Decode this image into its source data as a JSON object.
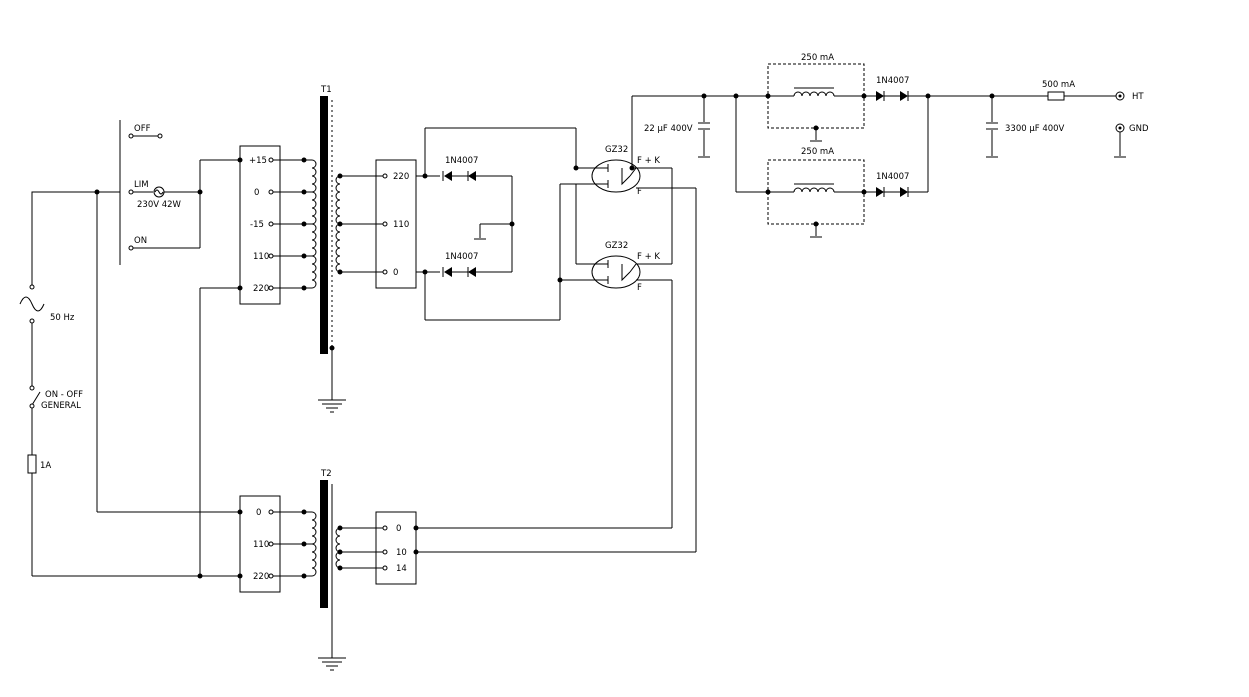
{
  "mains": {
    "source_label": "50 Hz",
    "switch_label_1": "ON - OFF",
    "switch_label_2": "GENERAL",
    "fuse_label": "1A"
  },
  "selector": {
    "off_label": "OFF",
    "lim_label": "LIM",
    "on_label": "ON",
    "lamp_label": "230V 42W"
  },
  "t1": {
    "label": "T1",
    "primary_taps": [
      "+15",
      "0",
      "-15",
      "110",
      "220"
    ],
    "secondary_taps": [
      "220",
      "110",
      "0"
    ]
  },
  "t2": {
    "label": "T2",
    "primary_taps": [
      "0",
      "110",
      "220"
    ],
    "secondary_taps": [
      "0",
      "10",
      "14"
    ]
  },
  "rectifier": {
    "diode_upper": "1N4007",
    "diode_lower": "1N4007"
  },
  "tubes": [
    {
      "type": "GZ32",
      "pin_top": "F + K",
      "pin_bottom": "F"
    },
    {
      "type": "GZ32",
      "pin_top": "F + K",
      "pin_bottom": "F"
    }
  ],
  "output": {
    "cap_input": "22 µF 400V",
    "choke_upper": "250 mA",
    "choke_lower": "250 mA",
    "diode_upper": "1N4007",
    "diode_lower": "1N4007",
    "cap_output": "3300 µF 400V",
    "fuse": "500 mA",
    "terminal_ht": "HT",
    "terminal_gnd": "GND"
  }
}
